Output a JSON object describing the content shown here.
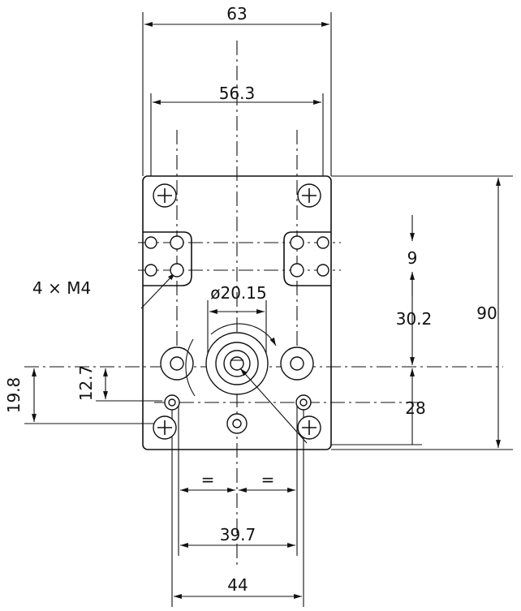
{
  "dimensions": {
    "width_overall": "63",
    "width_inner": "56.3",
    "height_overall": "90",
    "screw_note": "4 × M4",
    "shaft_dia": "ø20.15",
    "hole_spacing": "9",
    "offset_upper": "30.2",
    "offset_lower": "28",
    "offset_left_small": "12.7",
    "offset_left_large": "19.8",
    "equal_left": "=",
    "equal_right": "=",
    "bottom_inner": "39.7",
    "bottom_outer": "44"
  }
}
